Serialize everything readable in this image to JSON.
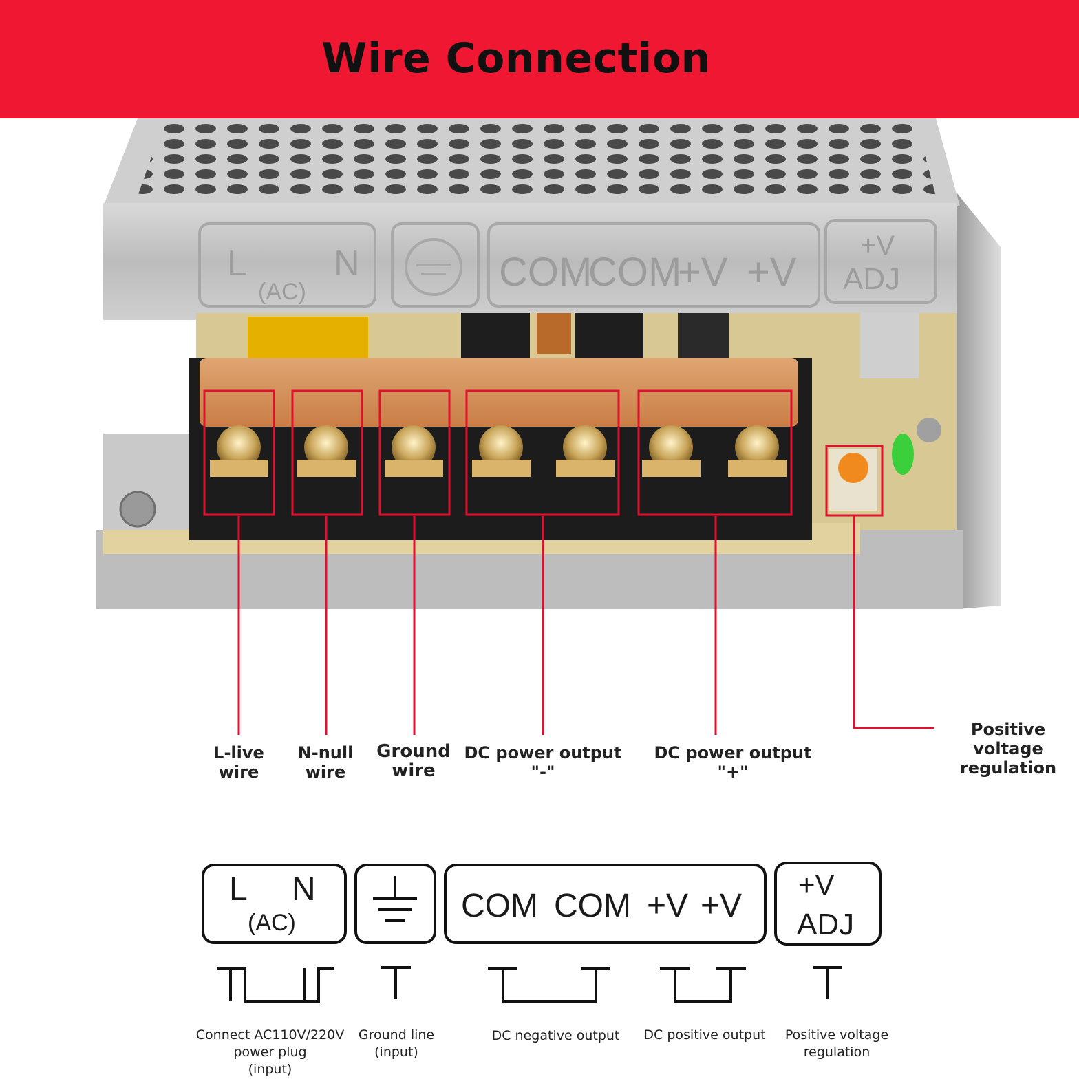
{
  "title": "Wire Connection",
  "device_labels": {
    "left": "L",
    "ac": "(AC)",
    "right": "N",
    "com1": "COM",
    "com2": "COM",
    "v1": "+V",
    "v2": "+V",
    "adj_top": "+V",
    "adj_bottom": "ADJ"
  },
  "callouts": {
    "live": [
      "L-live",
      "wire"
    ],
    "null": [
      "N-null",
      "wire"
    ],
    "ground": [
      "Ground",
      "wire"
    ],
    "dc_neg": "DC power output \"-\"",
    "dc_pos": "DC power output \"+\"",
    "pos_reg": [
      "Positive voltage",
      "regulation"
    ]
  },
  "panel": {
    "l": "L",
    "n": "N",
    "ac": "(AC)",
    "com1": "COM",
    "com2": "COM",
    "v1": "+V",
    "v2": "+V",
    "adj_top": "+V",
    "adj_bottom": "ADJ"
  },
  "captions": {
    "ac_input": [
      "Connect AC110V/220V",
      "power plug",
      "(input)"
    ],
    "ground": [
      "Ground line",
      "(input)"
    ],
    "dc_neg": "DC negative output",
    "dc_pos": "DC positive output",
    "pos_reg": [
      "Positive voltage",
      "regulation"
    ]
  },
  "colors": {
    "banner": "#f01732",
    "callout_line": "#e0102f",
    "terminal_cover": "#e89a5a"
  }
}
